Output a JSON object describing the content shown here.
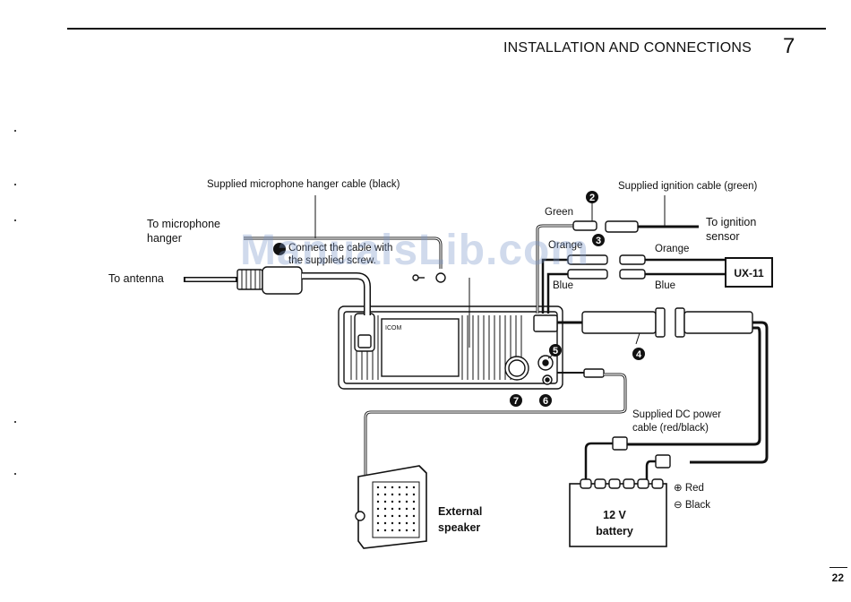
{
  "header": {
    "title": "INSTALLATION AND CONNECTIONS",
    "chapter": "7"
  },
  "page_number": "22",
  "watermark": "ManualsLib.com",
  "labels": {
    "mic_hanger_cable": "Supplied microphone hanger cable (black)",
    "to_mic_hanger": "To microphone\nhanger",
    "connect_note": "Connect the cable with\nthe supplied screw.",
    "to_antenna": "To antenna",
    "ignition_cable": "Supplied ignition cable (green)",
    "green": "Green",
    "orange_left": "Orange",
    "orange_right": "Orange",
    "blue_left": "Blue",
    "blue_right": "Blue",
    "to_ignition_sensor": "To ignition\nsensor",
    "ux11": "UX-11",
    "dc_cable": "Supplied DC power\ncable (red/black)",
    "red": "Red",
    "black": "Black",
    "battery": "12 V\nbattery",
    "external_speaker": "External\nspeaker",
    "radio_brand": "ICOM"
  },
  "callouts": [
    "2",
    "3",
    "4",
    "5",
    "6",
    "7"
  ],
  "symbols": {
    "plus": "⊕",
    "minus": "⊖"
  }
}
